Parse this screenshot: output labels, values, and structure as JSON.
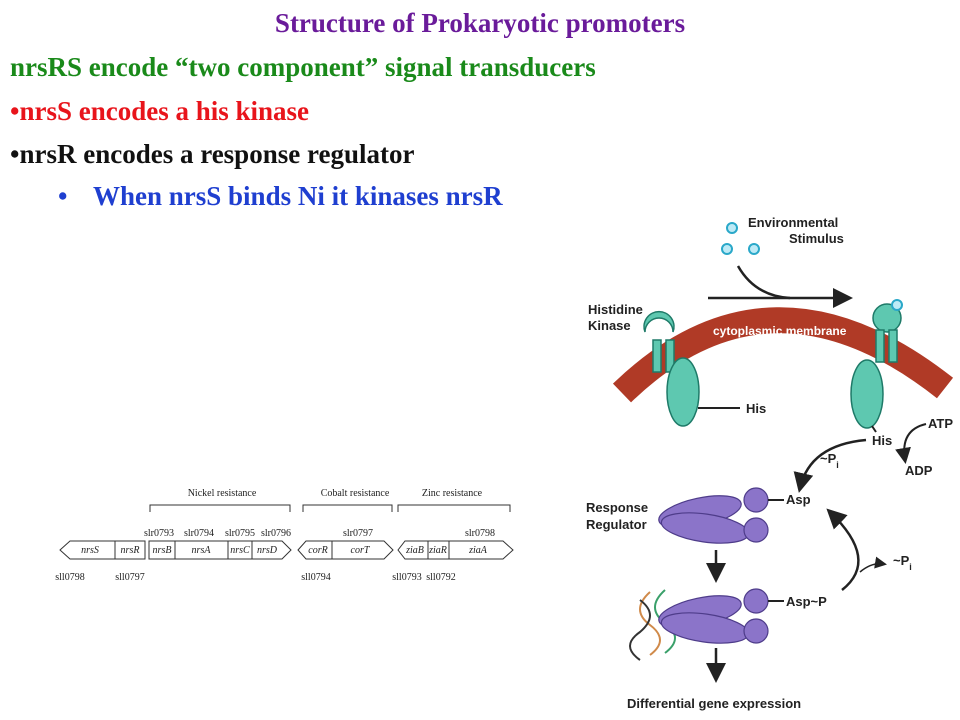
{
  "slide": {
    "title": "Structure of Prokaryotic promoters",
    "line1": "nrsRS encode “two component” signal transducers",
    "line2": "•nrsS encodes a his kinase",
    "line3": "•nrsR encodes a response regulator",
    "line4_bullet": "•",
    "line4": "When nrsS binds Ni it kinases nrsR"
  },
  "colors": {
    "title": "#6a1b9a",
    "green": "#1a8a1a",
    "red": "#e8141b",
    "blue": "#1f3fd0",
    "membrane": "#b03a26",
    "kinase": "#5ec8b0",
    "regulator": "#8b74c9"
  },
  "gene_map": {
    "groups": [
      "Nickel resistance",
      "Cobalt resistance",
      "Zinc resistance"
    ],
    "genes": [
      "nrsS",
      "nrsR",
      "nrsB",
      "nrsA",
      "nrsC",
      "nrsD",
      "corR",
      "corT",
      "ziaB",
      "ziaR",
      "ziaA"
    ],
    "top_ids": [
      "slr0793",
      "slr0794",
      "slr0795",
      "slr0796",
      "slr0797",
      "slr0798"
    ],
    "bottom_ids": [
      "sll0798",
      "sll0797",
      "sll0794",
      "sll0793",
      "sll0792"
    ]
  },
  "pathway": {
    "environmental": "Environmental",
    "stimulus": "Stimulus",
    "histidine": "Histidine",
    "kinase": "Kinase",
    "membrane": "cytoplasmic membrane",
    "his_left": "His",
    "his_right": "His",
    "atp": "ATP",
    "adp": "ADP",
    "pi_1": "~P",
    "pi_1_sub": "i",
    "response": "Response",
    "regulator": "Regulator",
    "asp": "Asp",
    "pi_2": "~P",
    "pi_2_sub": "i",
    "asp_p": "Asp~P",
    "gene_expression": "Differential gene expression"
  }
}
